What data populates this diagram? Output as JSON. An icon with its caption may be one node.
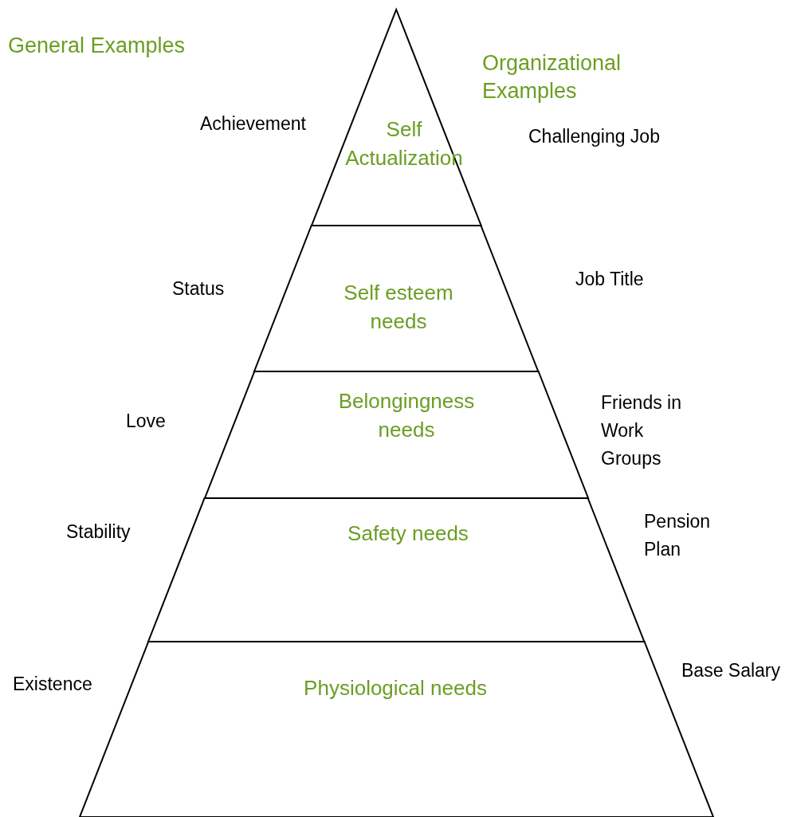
{
  "diagram": {
    "nodes": [
      {
        "text": [
          "Self Actualization"
        ]
      },
      {
        "text": [
          "Self esteem needs"
        ]
      },
      {
        "text": [
          "Belongingness needs"
        ]
      },
      {
        "text": [
          "Safety needs"
        ]
      },
      {
        "text": [
          "Physiological needs"
        ]
      }
    ],
    "labels": [
      "General Examples",
      "Organizational Examples",
      "Achievement",
      "Challenging Job",
      "Status",
      "Job Title",
      "Love",
      "Friends in Work Groups",
      "Stability",
      "Pension Plan",
      "Existence",
      "Base Salary"
    ]
  }
}
